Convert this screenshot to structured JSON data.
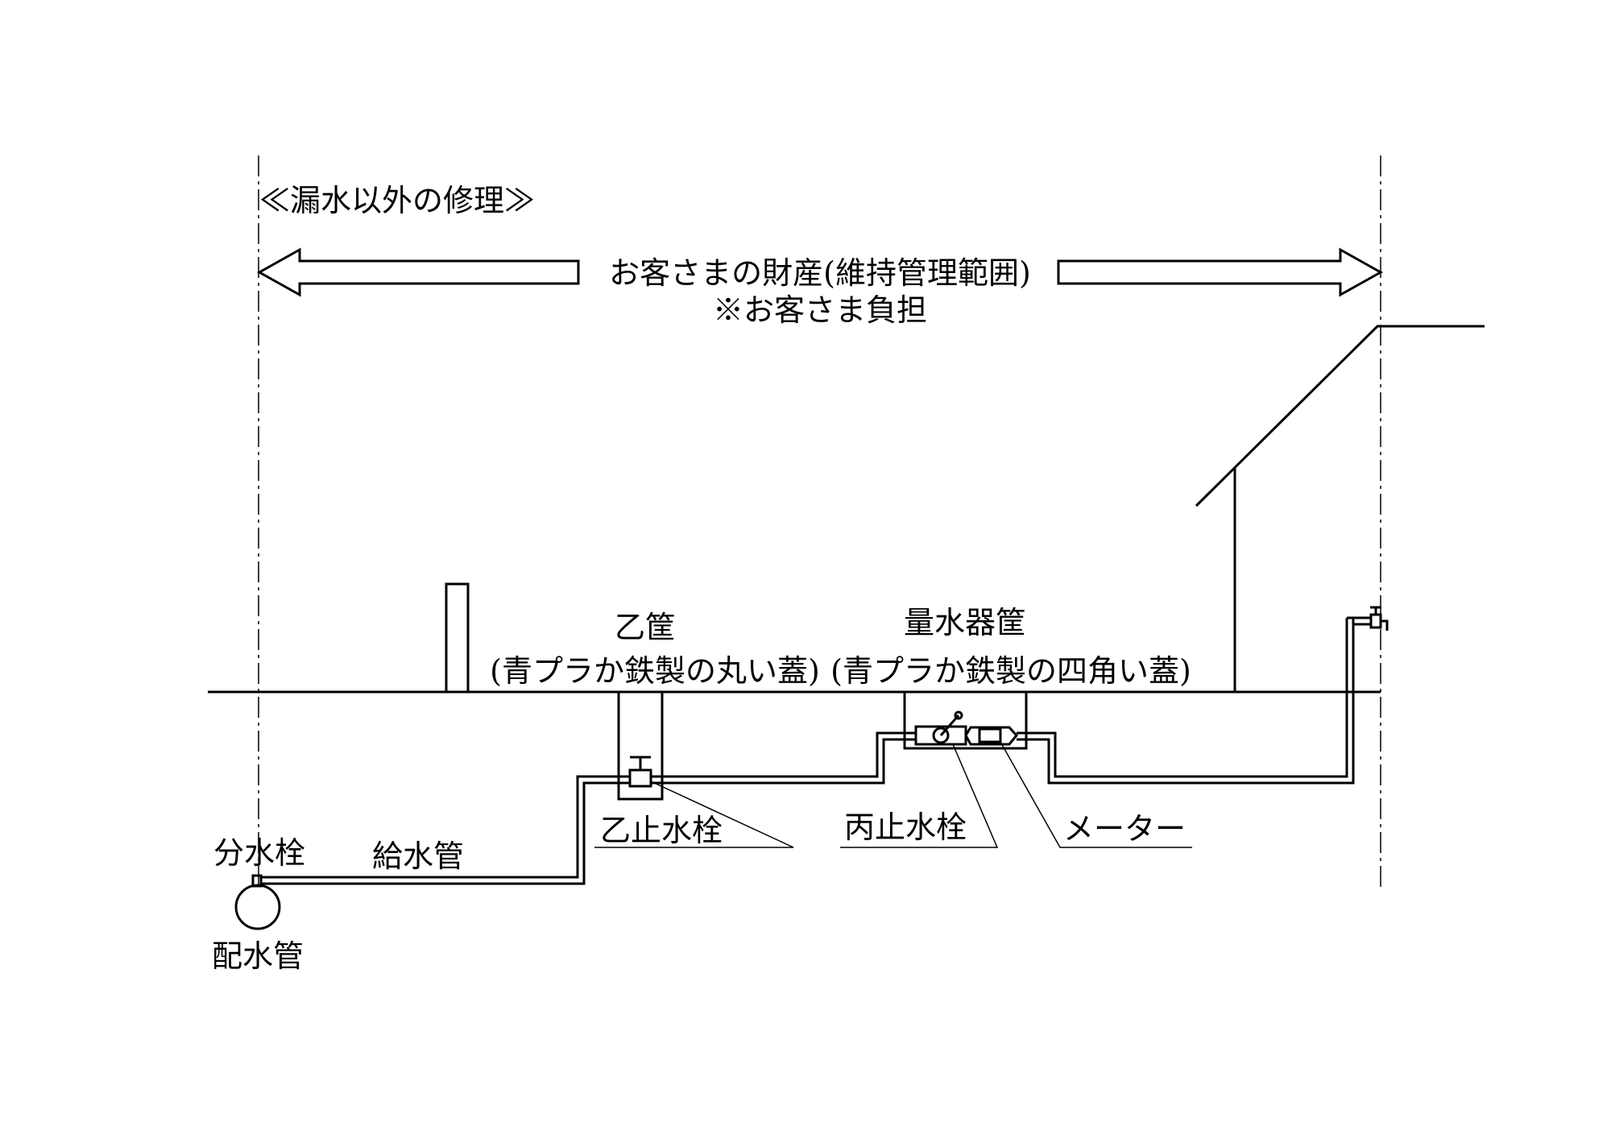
{
  "heading": "≪漏水以外の修理≫",
  "range": {
    "label": "お客さまの財産(維持管理範囲)",
    "note": "※お客さま負担"
  },
  "labels": {
    "otsu_box_title": "乙筐",
    "otsu_box_desc": "(青プラか鉄製の丸い蓋)",
    "meter_box_title": "量水器筐",
    "meter_box_desc": "(青プラか鉄製の四角い蓋)",
    "otsu_valve": "乙止水栓",
    "hei_valve": "丙止水栓",
    "meter": "メーター",
    "branch_valve": "分水栓",
    "service_pipe": "給水管",
    "main_pipe": "配水管"
  },
  "colors": {
    "line": "#000000",
    "background": "#ffffff"
  }
}
